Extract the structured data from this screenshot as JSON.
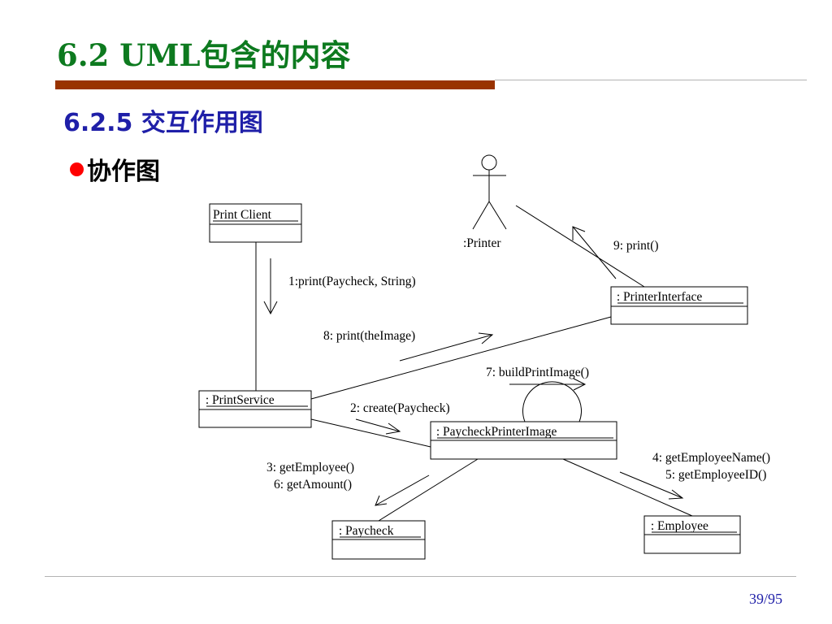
{
  "slide": {
    "title": "6.2  UML包含的内容",
    "section_heading": "6.2.5  交互作用图",
    "bullet": "协作图",
    "page_number": "39/95"
  },
  "diagram": {
    "actor": {
      "label": ":Printer"
    },
    "objects": {
      "print_client": "Print Client",
      "printer_interface": " : PrinterInterface",
      "print_service": " : PrintService",
      "paycheck_printer_image": " : PaycheckPrinterImage",
      "paycheck": " : Paycheck",
      "employee": " : Employee"
    },
    "messages": {
      "m1": "1:print(Paycheck, String)",
      "m2": "2: create(Paycheck)",
      "m3": "3: getEmployee()",
      "m6": "6: getAmount()",
      "m4": "4: getEmployeeName()",
      "m5": "5: getEmployeeID()",
      "m7": "7: buildPrintImage()",
      "m8": "8: print(theImage)",
      "m9": "9: print()"
    }
  },
  "colors": {
    "title": "#0d7a1f",
    "heading": "#1f1fa8",
    "accent_bar": "#993300",
    "bullet": "#ff0000"
  }
}
